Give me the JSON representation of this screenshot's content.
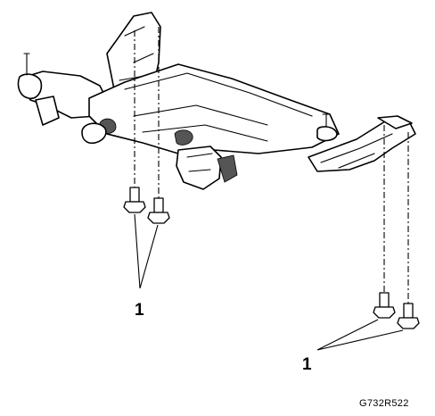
{
  "callouts": [
    {
      "label": "1"
    },
    {
      "label": "1"
    }
  ],
  "figure_code": "G732R522"
}
